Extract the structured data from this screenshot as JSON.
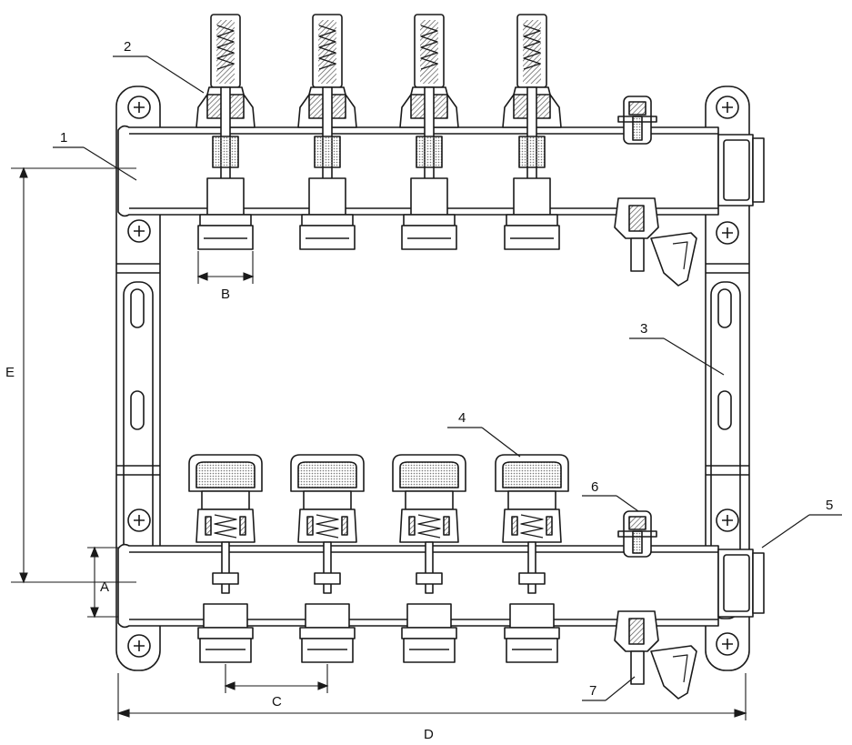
{
  "callouts": [
    "1",
    "2",
    "3",
    "4",
    "5",
    "6",
    "7"
  ],
  "dimensions": {
    "a": "A",
    "b": "B",
    "c": "C",
    "d": "D",
    "e": "E"
  },
  "supply_valve_count": 4,
  "return_valve_count": 4,
  "colors": {
    "line": "#1a1a1a",
    "hatch": "#9a9a9a",
    "background": "#ffffff"
  }
}
